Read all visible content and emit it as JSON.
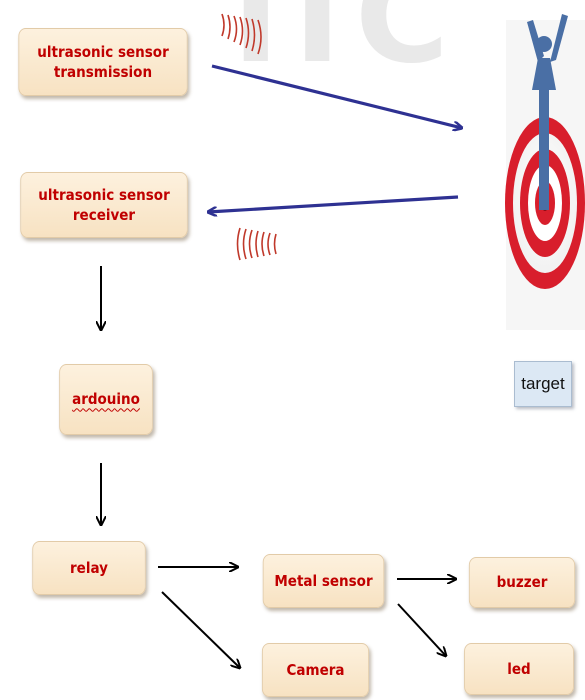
{
  "watermark": "ITC",
  "nodes": {
    "ultrasonic_tx": {
      "line1": "ultrasonic sensor",
      "line2": "transmission"
    },
    "ultrasonic_rx": {
      "line1": "ultrasonic sensor",
      "line2": "receiver"
    },
    "arduino": "ardouino",
    "relay": "relay",
    "metal_sensor": "Metal sensor",
    "buzzer": "buzzer",
    "camera": "Camera",
    "led": "led"
  },
  "target_label": "target",
  "colors": {
    "node_text": "#c00000",
    "node_fill": "#fbe9cf",
    "signal_arrow": "#2e3192",
    "flow_arrow": "#000000",
    "target_red": "#d81e2c",
    "figure_blue": "#4a6fa5"
  },
  "icons": [
    "wave-icon",
    "target-icon"
  ]
}
